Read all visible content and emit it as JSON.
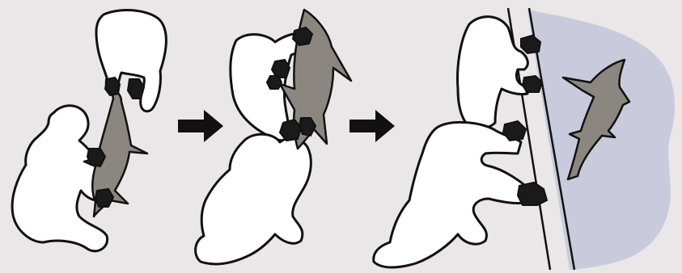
{
  "colors": {
    "background": "#e9e7e8",
    "water": "#c9cbdc",
    "shark": "#8b8780",
    "glove": "#1a1a1a",
    "outline": "#111111"
  },
  "panels": [
    {
      "name": "shark-landed-on-deck"
    },
    {
      "name": "shark-lifted-by-two-handlers"
    },
    {
      "name": "shark-released-over-side"
    }
  ],
  "icons": [
    "right-arrow-icon",
    "right-arrow-icon"
  ]
}
